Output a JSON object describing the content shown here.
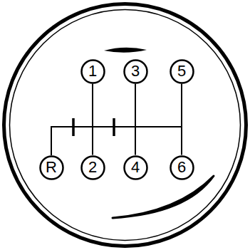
{
  "diagram": {
    "nodes": [
      {
        "text": [
          "1"
        ]
      },
      {
        "text": [
          "3"
        ]
      },
      {
        "text": [
          "5"
        ]
      },
      {
        "text": [
          "R"
        ]
      },
      {
        "text": [
          "2"
        ]
      },
      {
        "text": [
          "4"
        ]
      },
      {
        "text": [
          "6"
        ]
      }
    ],
    "edges": [
      {
        "from": 0,
        "to": 4,
        "arrow": "none"
      },
      {
        "from": 1,
        "to": 5,
        "arrow": "none"
      },
      {
        "from": 2,
        "to": 6,
        "arrow": "none"
      }
    ]
  }
}
